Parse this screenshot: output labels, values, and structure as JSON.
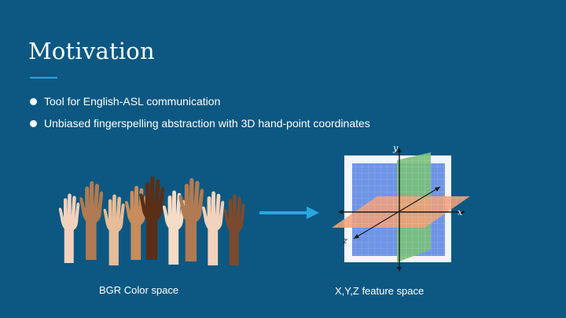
{
  "slide": {
    "title": "Motivation",
    "bullets": [
      "Tool for English-ASL communication",
      "Unbiased fingerspelling abstraction with 3D hand-point coordinates"
    ],
    "left_caption": "BGR Color space",
    "right_caption": "X,Y,Z feature space",
    "axis_labels": {
      "x": "x",
      "y": "y",
      "z": "z"
    }
  },
  "colors": {
    "background": "#0c5882",
    "accent": "#29a7e0",
    "skin_tones": [
      "#f2d2bd",
      "#b07a52",
      "#e6bd98",
      "#7a4a2f",
      "#5a2e17",
      "#c98c5c",
      "#f5dcc6",
      "#8c5a3a"
    ]
  },
  "icons": {
    "hands_image": "raised-hands-illustration",
    "arrow": "right-arrow-icon",
    "axes_image": "3d-coordinate-planes-illustration"
  }
}
